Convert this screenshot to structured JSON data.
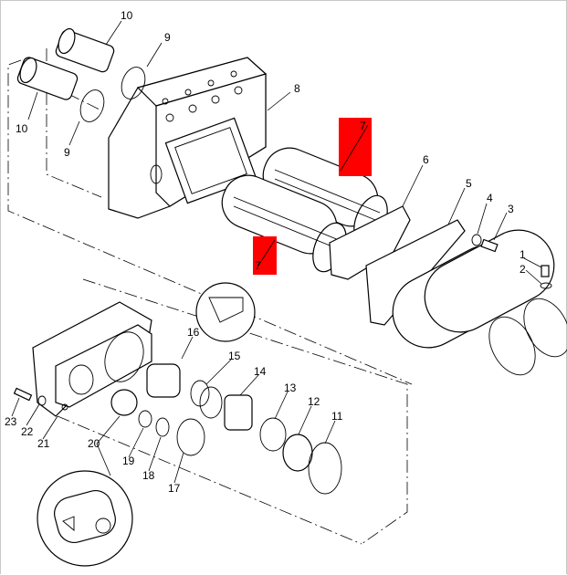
{
  "callouts": {
    "c1": "1",
    "c2": "2",
    "c3": "3",
    "c4": "4",
    "c5": "5",
    "c6": "6",
    "c7a": "7",
    "c7b": "7",
    "c8": "8",
    "c9a": "9",
    "c9b": "9",
    "c10a": "10",
    "c10b": "10",
    "c11": "11",
    "c12": "12",
    "c13": "13",
    "c14": "14",
    "c15": "15",
    "c16": "16",
    "c17": "17",
    "c18": "18",
    "c19": "19",
    "c20": "20",
    "c21": "21",
    "c22": "22",
    "c23": "23"
  },
  "colors": {
    "highlight": "#ff0000",
    "line": "#000000",
    "background": "#ffffff"
  }
}
